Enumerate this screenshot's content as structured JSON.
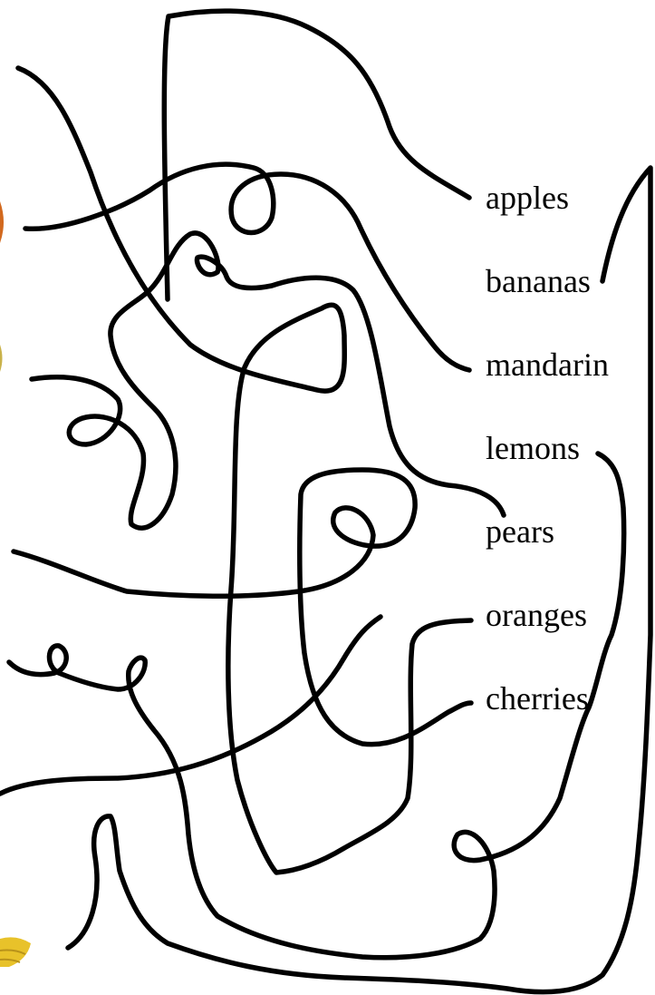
{
  "labels": {
    "apples": "apples",
    "bananas": "bananas",
    "mandarin": "mandarin",
    "lemons": "lemons",
    "pears": "pears",
    "oranges": "oranges",
    "cherries": "cherries"
  },
  "colors": {
    "line": "#000000",
    "background": "#ffffff",
    "fruit_orange": "#d2691e",
    "fruit_yellow": "#e8c22a"
  },
  "icons": {
    "left_edge_fruits": [
      "orange-fruit-icon",
      "pear-fruit-icon",
      "banana-fruit-icon"
    ]
  }
}
